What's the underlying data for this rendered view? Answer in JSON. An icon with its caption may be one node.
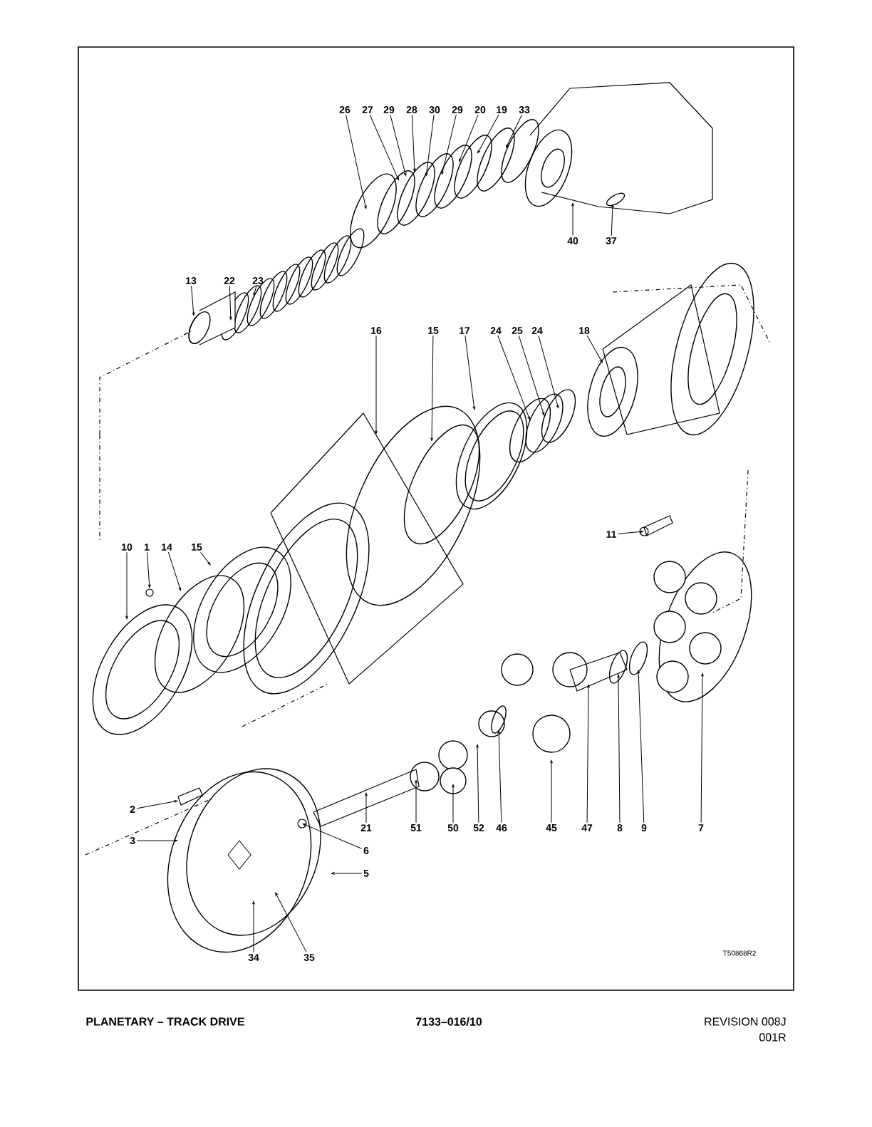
{
  "diagram": {
    "nodes": [
      {
        "text": [
          "26"
        ]
      },
      {
        "text": [
          "27"
        ]
      },
      {
        "text": [
          "29"
        ]
      },
      {
        "text": [
          "28"
        ]
      },
      {
        "text": [
          "30"
        ]
      },
      {
        "text": [
          "29"
        ]
      },
      {
        "text": [
          "20"
        ]
      },
      {
        "text": [
          "19"
        ]
      },
      {
        "text": [
          "33"
        ]
      },
      {
        "text": [
          "40"
        ]
      },
      {
        "text": [
          "37"
        ]
      },
      {
        "text": [
          "13"
        ]
      },
      {
        "text": [
          "22"
        ]
      },
      {
        "text": [
          "23"
        ]
      },
      {
        "text": [
          "16"
        ]
      },
      {
        "text": [
          "15"
        ]
      },
      {
        "text": [
          "17"
        ]
      },
      {
        "text": [
          "24"
        ]
      },
      {
        "text": [
          "25"
        ]
      },
      {
        "text": [
          "24"
        ]
      },
      {
        "text": [
          "18"
        ]
      },
      {
        "text": [
          "10"
        ]
      },
      {
        "text": [
          "1"
        ]
      },
      {
        "text": [
          "14"
        ]
      },
      {
        "text": [
          "15"
        ]
      },
      {
        "text": [
          "11"
        ]
      },
      {
        "text": [
          "2"
        ]
      },
      {
        "text": [
          "3"
        ]
      },
      {
        "text": [
          "6"
        ]
      },
      {
        "text": [
          "5"
        ]
      },
      {
        "text": [
          "21"
        ]
      },
      {
        "text": [
          "51"
        ]
      },
      {
        "text": [
          "50"
        ]
      },
      {
        "text": [
          "52"
        ]
      },
      {
        "text": [
          "46"
        ]
      },
      {
        "text": [
          "45"
        ]
      },
      {
        "text": [
          "47"
        ]
      },
      {
        "text": [
          "8"
        ]
      },
      {
        "text": [
          "9"
        ]
      },
      {
        "text": [
          "7"
        ]
      },
      {
        "text": [
          "34"
        ]
      },
      {
        "text": [
          "35"
        ]
      }
    ],
    "edges": [
      {
        "from": 0,
        "to": null,
        "arrow": "to"
      },
      {
        "from": 1,
        "to": null,
        "arrow": "to"
      },
      {
        "from": 2,
        "to": null,
        "arrow": "to"
      },
      {
        "from": 3,
        "to": null,
        "arrow": "to"
      },
      {
        "from": 4,
        "to": null,
        "arrow": "to"
      },
      {
        "from": 5,
        "to": null,
        "arrow": "to"
      },
      {
        "from": 6,
        "to": null,
        "arrow": "to"
      },
      {
        "from": 7,
        "to": null,
        "arrow": "to"
      },
      {
        "from": 8,
        "to": null,
        "arrow": "to"
      },
      {
        "from": 9,
        "to": null,
        "arrow": "to"
      },
      {
        "from": 10,
        "to": null,
        "arrow": "to"
      },
      {
        "from": 11,
        "to": null,
        "arrow": "to"
      },
      {
        "from": 12,
        "to": null,
        "arrow": "to"
      },
      {
        "from": 13,
        "to": null,
        "arrow": "to"
      },
      {
        "from": 14,
        "to": null,
        "arrow": "to"
      },
      {
        "from": 15,
        "to": null,
        "arrow": "to"
      },
      {
        "from": 16,
        "to": null,
        "arrow": "to"
      },
      {
        "from": 17,
        "to": null,
        "arrow": "to"
      },
      {
        "from": 18,
        "to": null,
        "arrow": "to"
      },
      {
        "from": 19,
        "to": null,
        "arrow": "to"
      },
      {
        "from": 20,
        "to": null,
        "arrow": "to"
      },
      {
        "from": 21,
        "to": null,
        "arrow": "to"
      },
      {
        "from": 22,
        "to": null,
        "arrow": "to"
      },
      {
        "from": 23,
        "to": null,
        "arrow": "to"
      },
      {
        "from": 24,
        "to": null,
        "arrow": "to"
      },
      {
        "from": 25,
        "to": null,
        "arrow": "to"
      },
      {
        "from": 26,
        "to": null,
        "arrow": "to"
      },
      {
        "from": 27,
        "to": null,
        "arrow": "to"
      },
      {
        "from": 28,
        "to": null,
        "arrow": "to"
      },
      {
        "from": 29,
        "to": null,
        "arrow": "to"
      },
      {
        "from": 30,
        "to": null,
        "arrow": "to"
      },
      {
        "from": 31,
        "to": null,
        "arrow": "to"
      },
      {
        "from": 32,
        "to": null,
        "arrow": "to"
      },
      {
        "from": 33,
        "to": null,
        "arrow": "to"
      },
      {
        "from": 34,
        "to": null,
        "arrow": "to"
      },
      {
        "from": 35,
        "to": null,
        "arrow": "to"
      },
      {
        "from": 36,
        "to": null,
        "arrow": "to"
      },
      {
        "from": 37,
        "to": null,
        "arrow": "to"
      },
      {
        "from": 38,
        "to": null,
        "arrow": "to"
      },
      {
        "from": 39,
        "to": null,
        "arrow": "to"
      },
      {
        "from": 40,
        "to": null,
        "arrow": "to"
      },
      {
        "from": 41,
        "to": null,
        "arrow": "to"
      }
    ],
    "labels": [
      "T50868R2",
      "PLANETARY – TRACK DRIVE",
      "7133–016/10",
      "REVISION 008J",
      "001R"
    ]
  }
}
